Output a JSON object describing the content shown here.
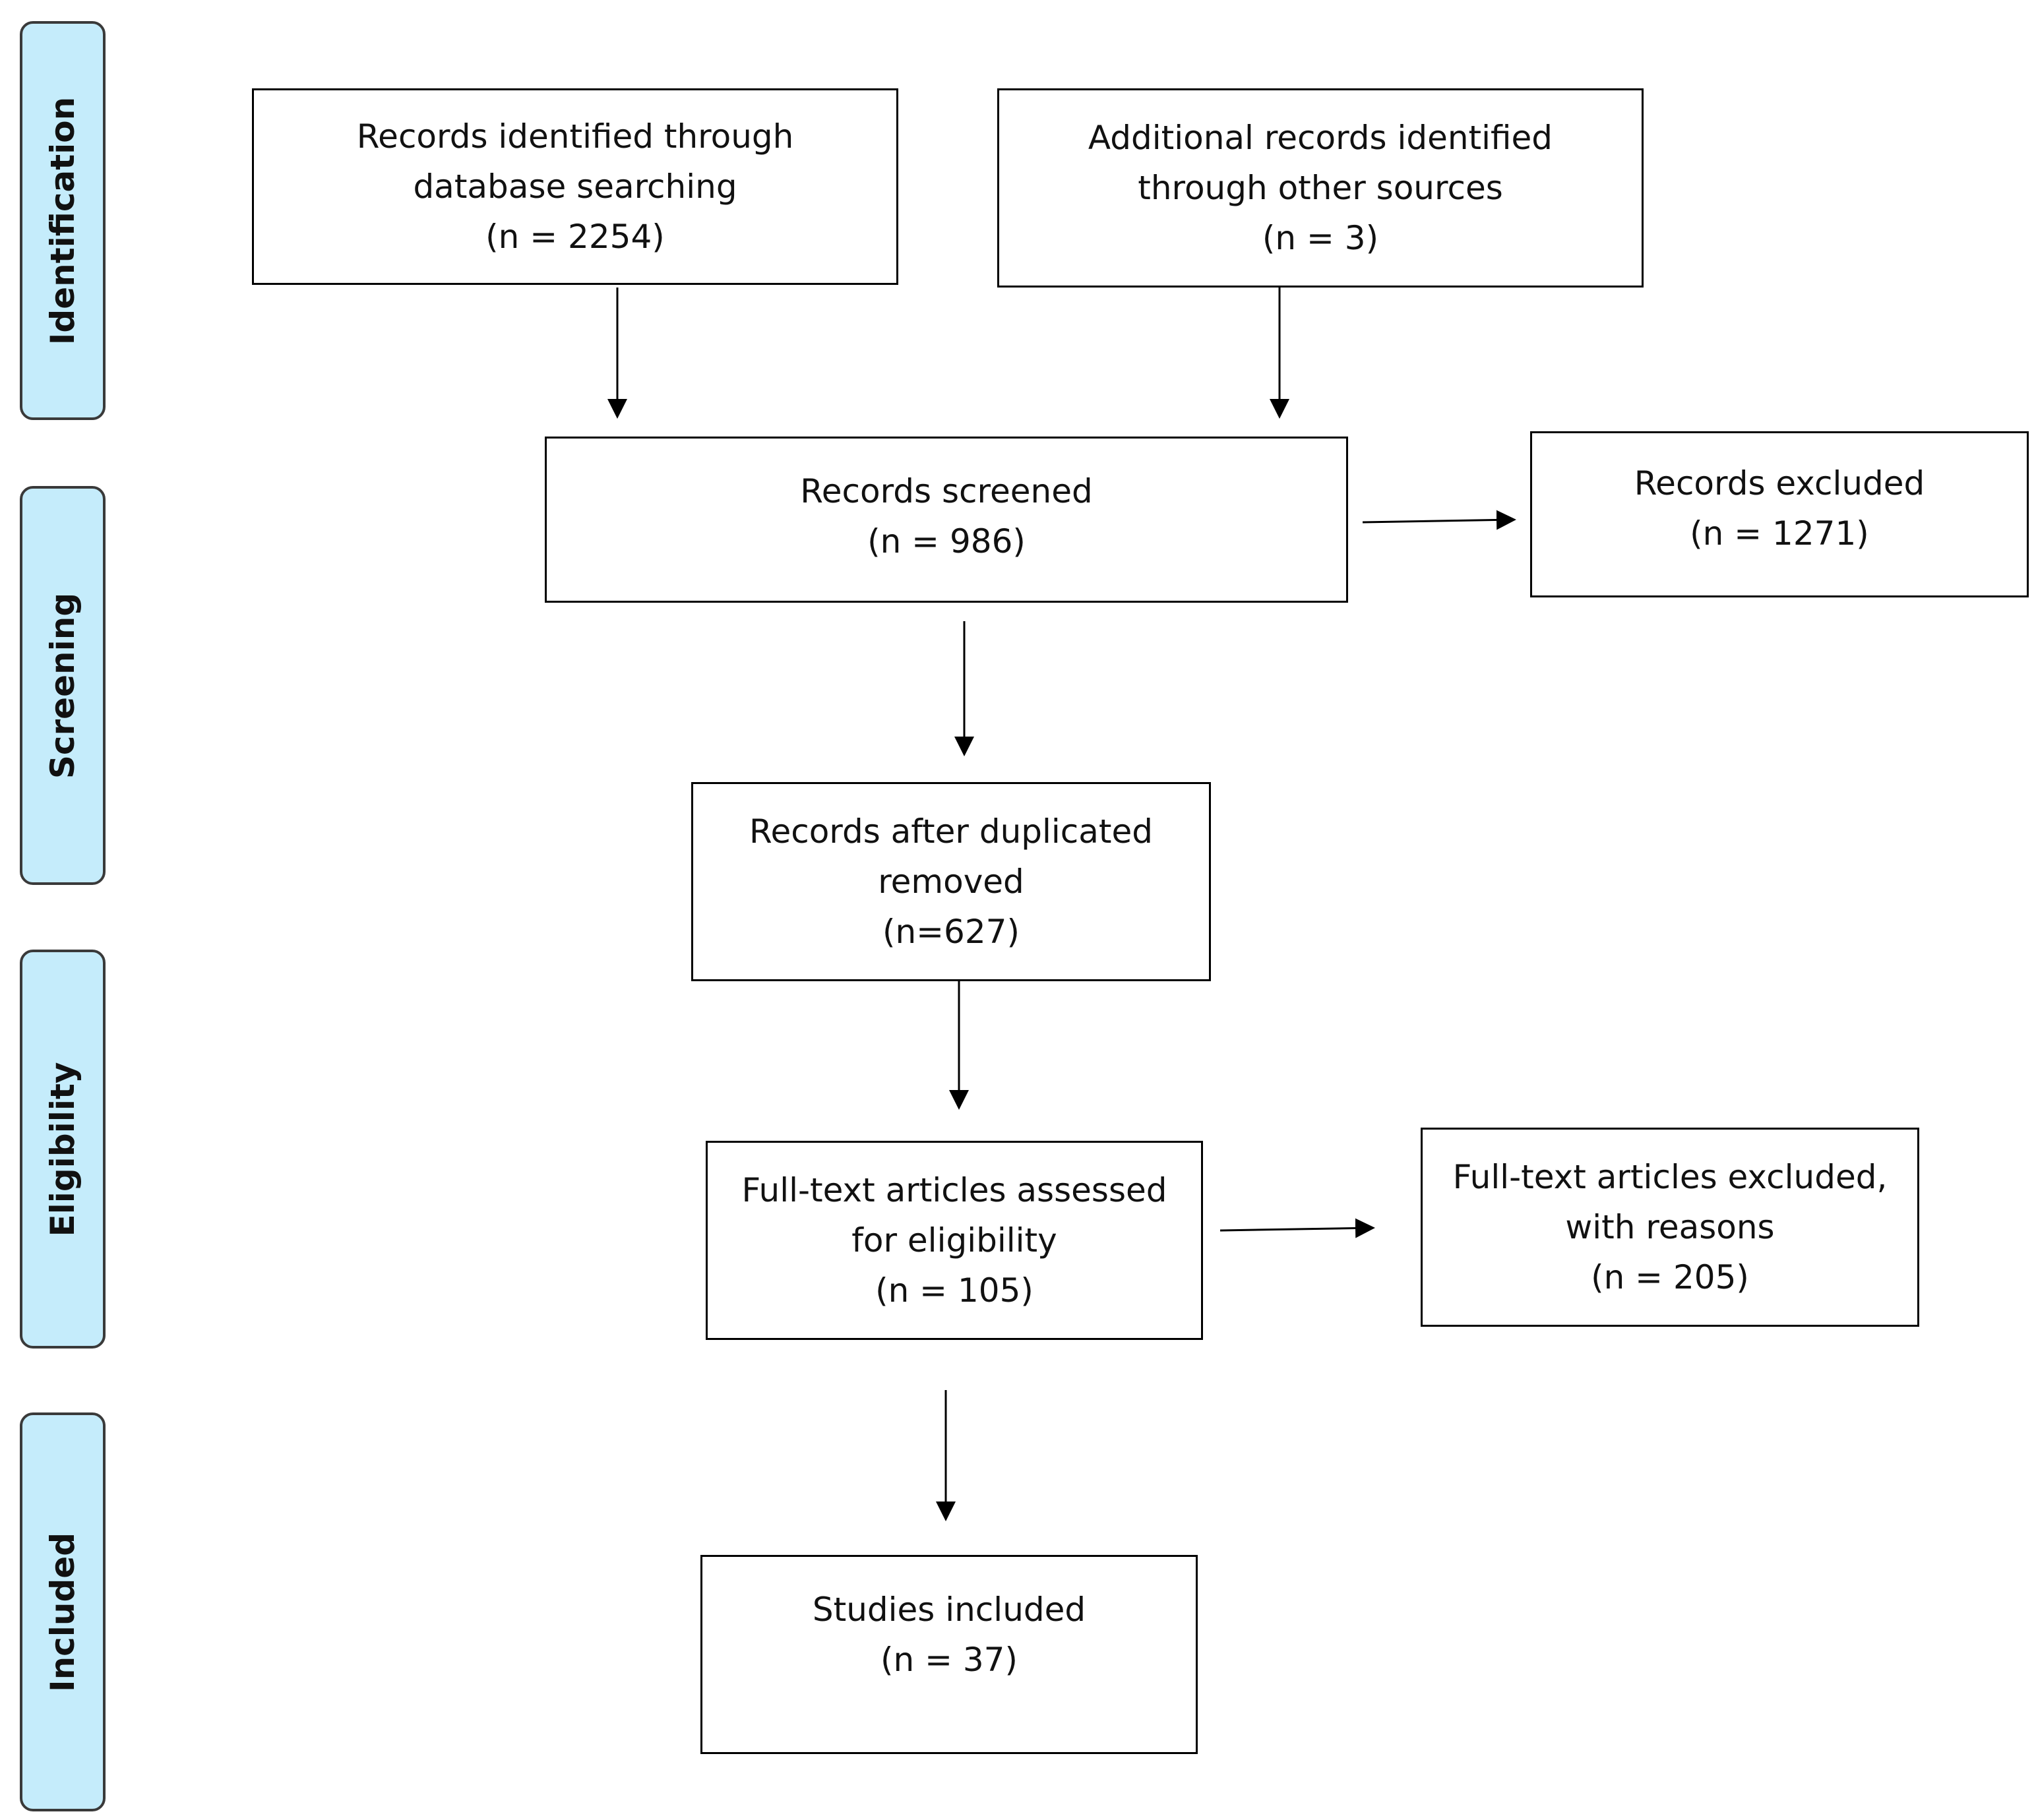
{
  "stages": [
    {
      "id": "identification",
      "label": "Identification"
    },
    {
      "id": "screening",
      "label": "Screening"
    },
    {
      "id": "eligibility",
      "label": "Eligibility"
    },
    {
      "id": "included",
      "label": "Included"
    }
  ],
  "boxes": {
    "database_records": {
      "line1": "Records identified through",
      "line2": "database searching",
      "count": "(n = 2254)"
    },
    "other_records": {
      "line1": "Additional records identified",
      "line2": "through other sources",
      "count": "(n = 3)"
    },
    "screened": {
      "line1": "Records screened",
      "count": "(n = 986)"
    },
    "excluded": {
      "line1": "Records excluded",
      "count": "(n = 1271)"
    },
    "deduplicated": {
      "line1": "Records after duplicated",
      "line2": "removed",
      "count": "(n=627)"
    },
    "fulltext_assessed": {
      "line1": "Full-text articles assessed",
      "line2": "for eligibility",
      "count": "(n = 105)"
    },
    "fulltext_excluded": {
      "line1": "Full-text articles excluded,",
      "line2": "with reasons",
      "count": "(n = 205)"
    },
    "included": {
      "line1": "Studies included",
      "count": "(n = 37)"
    }
  }
}
